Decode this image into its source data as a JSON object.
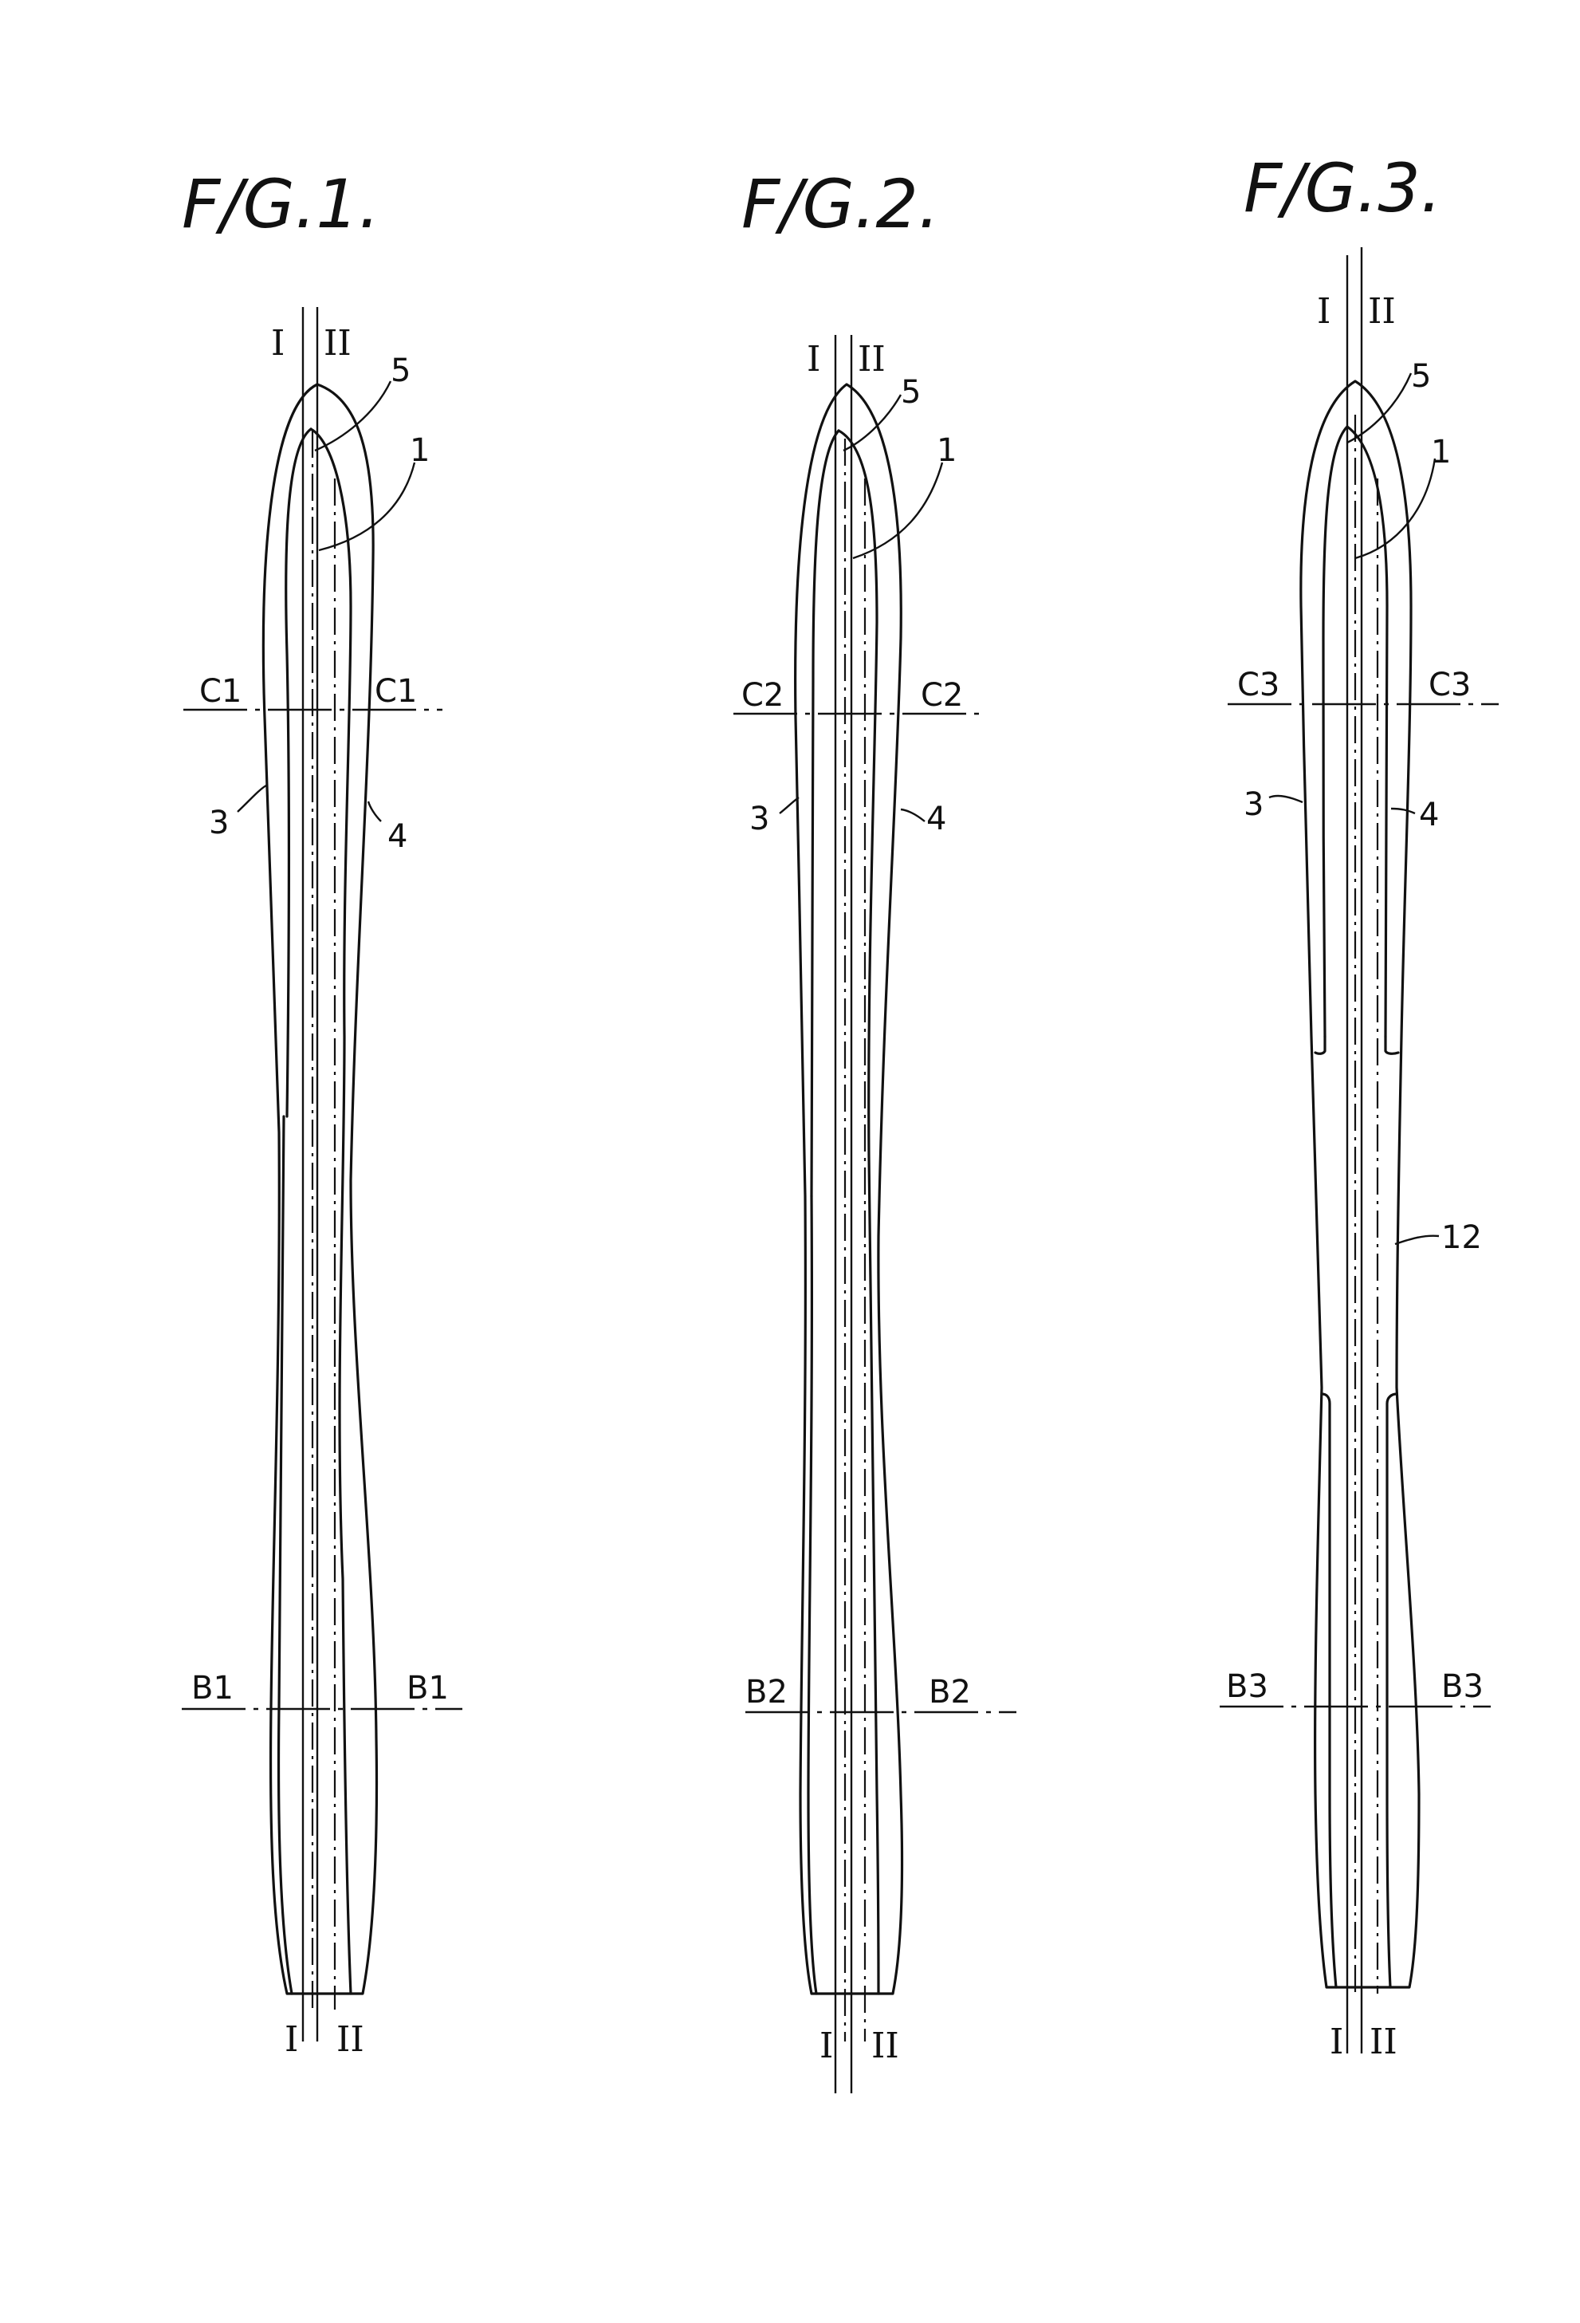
{
  "figures": [
    {
      "title": "F/G.1.",
      "axis_top_left": "I",
      "axis_top_right": "II",
      "axis_bottom_left": "I",
      "axis_bottom_right": "II",
      "section_upper_left": "C1",
      "section_upper_right": "C1",
      "section_lower_left": "B1",
      "section_lower_right": "B1",
      "ref_1": "1",
      "ref_3": "3",
      "ref_4": "4",
      "ref_5": "5"
    },
    {
      "title": "F/G.2.",
      "axis_top_left": "I",
      "axis_top_right": "II",
      "axis_bottom_left": "I",
      "axis_bottom_right": "II",
      "section_upper_left": "C2",
      "section_upper_right": "C2",
      "section_lower_left": "B2",
      "section_lower_right": "B2",
      "ref_1": "1",
      "ref_3": "3",
      "ref_4": "4",
      "ref_5": "5"
    },
    {
      "title": "F/G.3.",
      "axis_top_left": "I",
      "axis_top_right": "II",
      "axis_bottom_left": "I",
      "axis_bottom_right": "II",
      "section_upper_left": "C3",
      "section_upper_right": "C3",
      "section_lower_left": "B3",
      "section_lower_right": "B3",
      "ref_1": "1",
      "ref_3": "3",
      "ref_4": "4",
      "ref_5": "5",
      "ref_12": "12"
    }
  ]
}
